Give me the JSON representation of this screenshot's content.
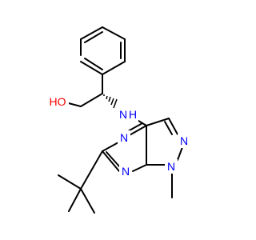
{
  "molecule": {
    "atoms": {
      "oh": "HO",
      "nh_n": "N",
      "nh_h": "H",
      "n_pyrim_top": "N",
      "n_pyrim_bottom": "N",
      "n_pyrazole_right": "N",
      "n_pyrazole_bottom": "N"
    },
    "colors": {
      "oxygen": "#ff0000",
      "nitrogen": "#0000ff",
      "bond": "#000000"
    }
  }
}
